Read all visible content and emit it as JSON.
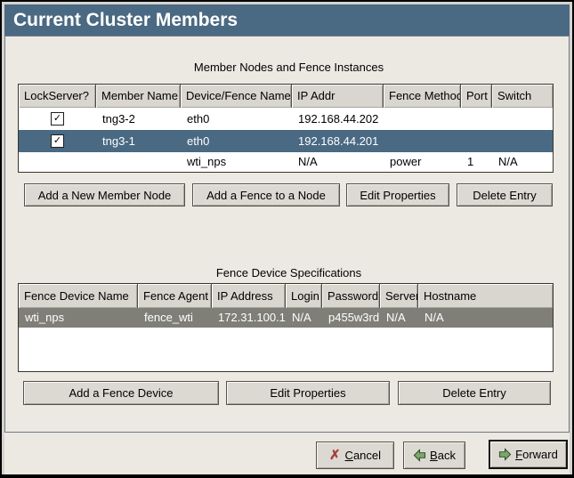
{
  "window": {
    "title": "Current Cluster Members"
  },
  "colors": {
    "titlebar": "#4a6983",
    "selection_active": "#4a6983",
    "selection_inactive": "#807f77",
    "content_bg": "#ece9e3",
    "button_face": "#dcd9d2"
  },
  "icons": {
    "check": "✓",
    "cancel_x": "✗"
  },
  "member_section": {
    "caption": "Member Nodes and Fence Instances",
    "columns": [
      "LockServer?",
      "Member Name",
      "Device/Fence Name",
      "IP Addr",
      "Fence Method",
      "Port",
      "Switch"
    ],
    "rows": [
      {
        "member_name": "tng3-2",
        "device_fence_name": "eth0",
        "ip_addr": "192.168.44.202",
        "fence_method": "",
        "port": "",
        "switch": ""
      },
      {
        "member_name": "tng3-1",
        "device_fence_name": "eth0",
        "ip_addr": "192.168.44.201",
        "fence_method": "",
        "port": "",
        "switch": ""
      },
      {
        "member_name": "",
        "device_fence_name": "wti_nps",
        "ip_addr": "N/A",
        "fence_method": "power",
        "port": "1",
        "switch": "N/A"
      }
    ],
    "buttons": [
      "Add a New Member Node",
      "Add a Fence to a Node",
      "Edit Properties",
      "Delete Entry"
    ]
  },
  "fence_section": {
    "caption": "Fence Device Specifications",
    "columns": [
      "Fence Device Name",
      "Fence Agent",
      "IP Address",
      "Login",
      "Password",
      "Server",
      "Hostname"
    ],
    "rows": [
      {
        "fence_device_name": "wti_nps",
        "fence_agent": "fence_wti",
        "ip_address": "172.31.100.1",
        "login": "N/A",
        "password": "p455w3rd",
        "server": "N/A",
        "hostname": "N/A"
      }
    ],
    "buttons": [
      "Add a Fence Device",
      "Edit Properties",
      "Delete Entry"
    ]
  },
  "footer": {
    "cancel": {
      "mnemonic": "C",
      "rest": "ancel"
    },
    "back": {
      "mnemonic": "B",
      "rest": "ack"
    },
    "forward": {
      "mnemonic": "F",
      "rest": "orward"
    }
  }
}
